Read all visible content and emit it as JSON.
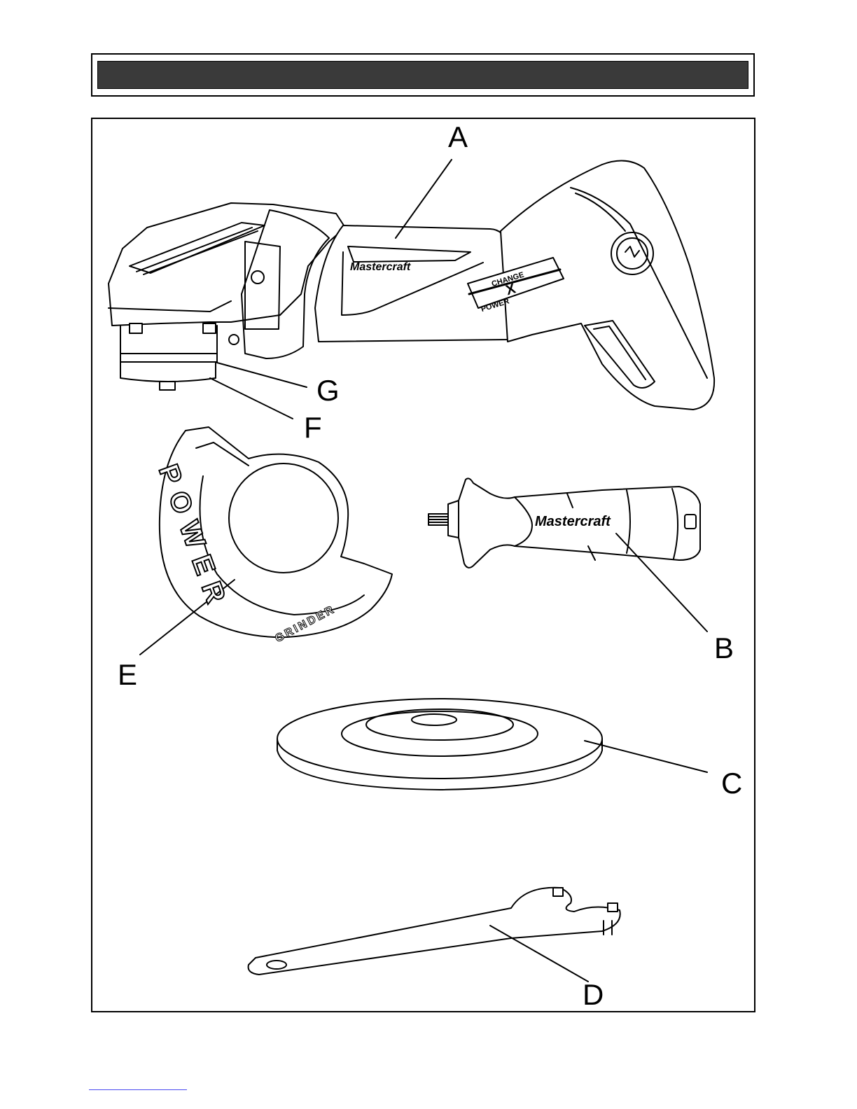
{
  "labels": {
    "a": "A",
    "b": "B",
    "c": "C",
    "d": "D",
    "e": "E",
    "f": "F",
    "g": "G"
  },
  "branding": {
    "grinder_logo": "Mastercraft",
    "handle_logo": "Mastercraft",
    "badge_top": "CHANGE",
    "badge_mid": "X",
    "badge_bottom": "POWER"
  },
  "guard_text": {
    "ring_word": "POWER",
    "small_word": "GRINDER"
  },
  "colors": {
    "header_bar": "#3a3a3a",
    "line": "#000000",
    "background": "#ffffff"
  }
}
